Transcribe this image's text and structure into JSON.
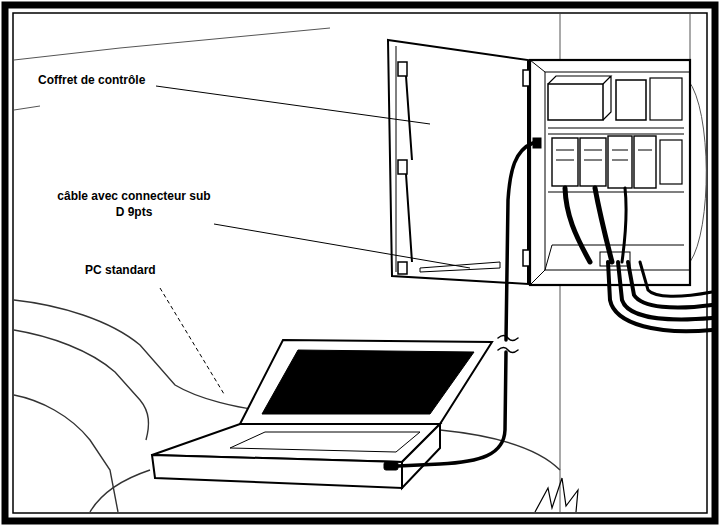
{
  "diagram": {
    "labels": [
      "Coffret de contrôle",
      "câble avec connecteur sub D 9pts",
      "PC standard"
    ]
  }
}
